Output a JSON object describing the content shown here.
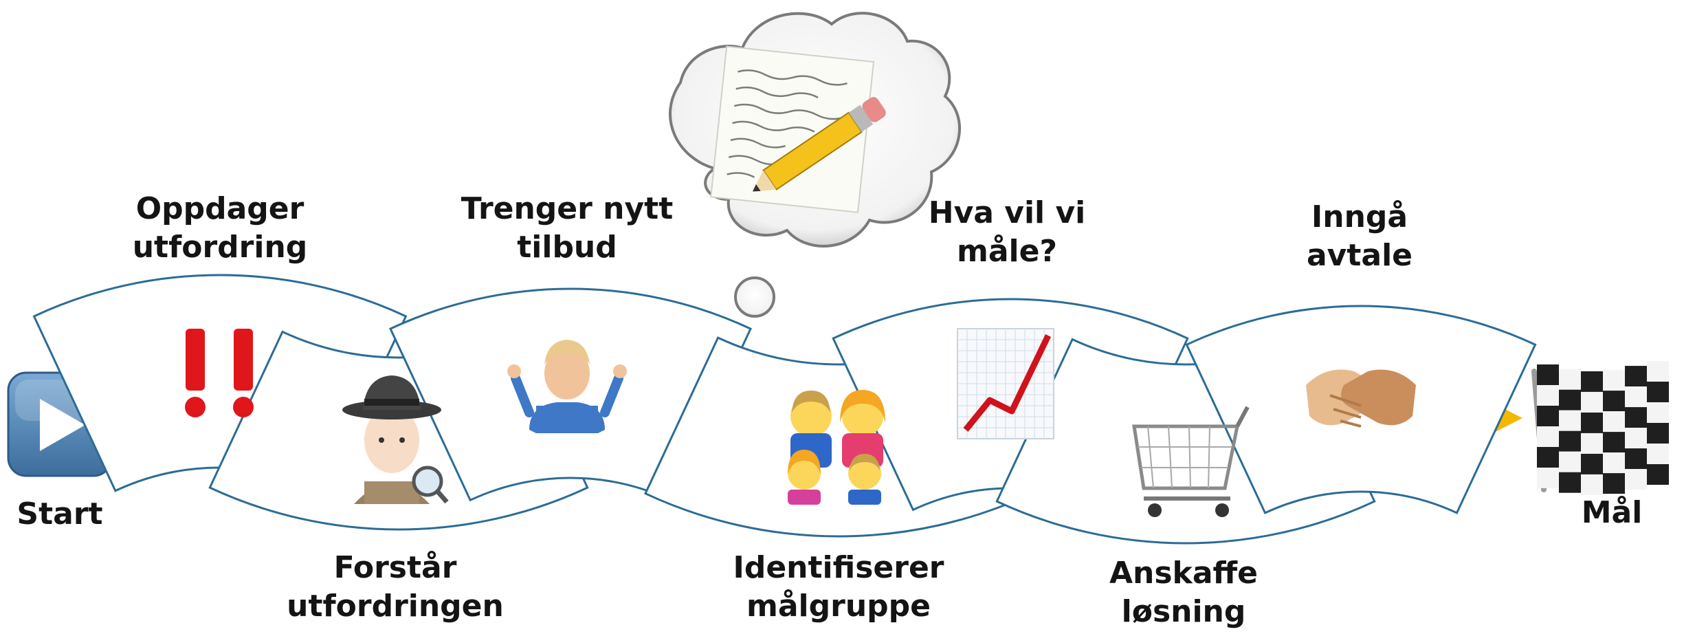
{
  "start_label": "Start",
  "goal_label": "Mål",
  "steps": [
    {
      "label": "Oppdager\nutfordring",
      "icon": "double-exclamation-icon"
    },
    {
      "label": "Forstår\nutfordringen",
      "icon": "detective-icon"
    },
    {
      "label": "Trenger nytt\ntilbud",
      "icon": "shrugging-person-icon"
    },
    {
      "label": "Identifiserer\nmålgruppe",
      "icon": "family-icon"
    },
    {
      "label": "Hva vil vi\nmåle?",
      "icon": "chart-increasing-icon"
    },
    {
      "label": "Anskaffe\nløsning",
      "icon": "shopping-cart-icon"
    },
    {
      "label": "Inngå\navtale",
      "icon": "handshake-icon"
    }
  ],
  "thought_icon": "memo-pencil-icon",
  "colors": {
    "arrow": "#F5B800",
    "wedge_stroke": "#2B6C97",
    "text": "#141414"
  }
}
